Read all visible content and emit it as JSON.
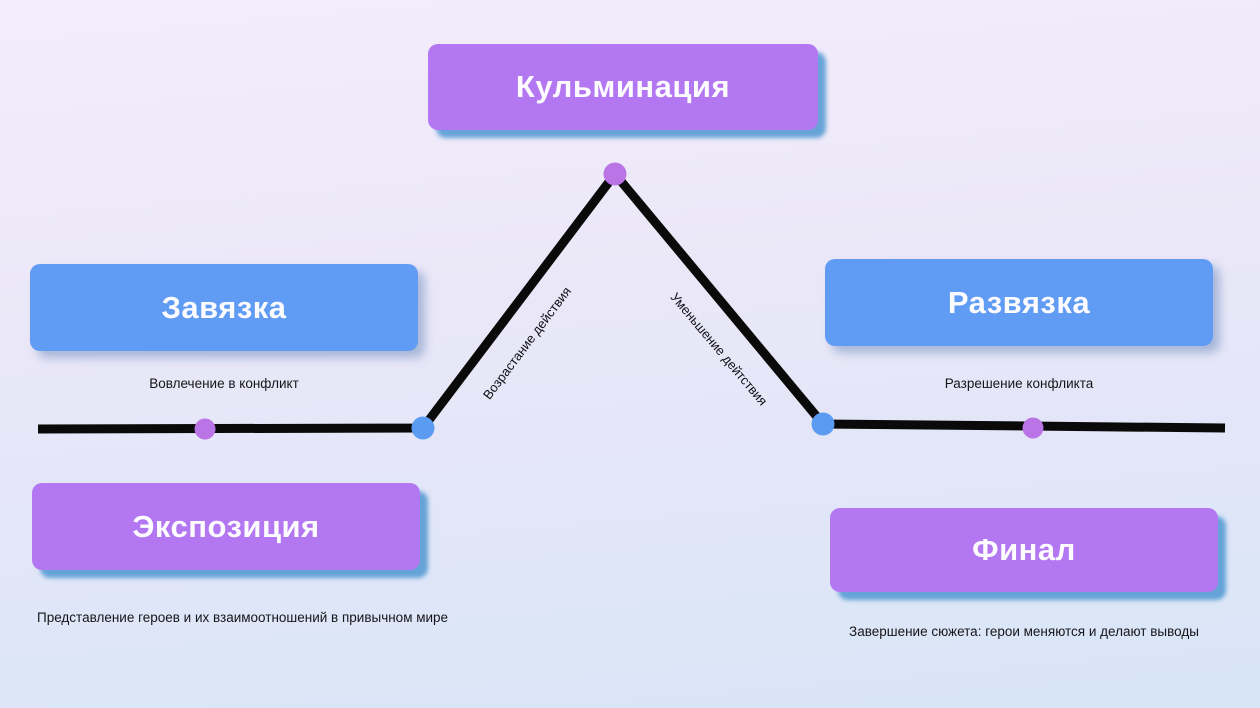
{
  "diagram": {
    "boxes": {
      "climax": {
        "label": "Кульминация",
        "color": "#b477f2"
      },
      "inciting": {
        "label": "Завязка",
        "color": "#619cf4",
        "caption": "Вовлечение в конфликт"
      },
      "resolution": {
        "label": "Развязка",
        "color": "#619cf4",
        "caption": "Разрешение конфликта"
      },
      "exposition": {
        "label": "Экспозиция",
        "color": "#b477f2",
        "caption": "Представление героев и их взаимоотношений в привычном мире"
      },
      "finale": {
        "label": "Финал",
        "color": "#b477f2",
        "caption": "Завершение сюжета: герои меняются и делают выводы"
      }
    },
    "edge_labels": {
      "rising": "Возрастание действия",
      "falling": "Уменьшение дейтствия"
    },
    "colors": {
      "purple_box": "#b477f2",
      "blue_box": "#619cf4",
      "purple_dot": "#bb74e6",
      "blue_dot": "#5c9bf2",
      "line": "#0a0a0a",
      "purple_box_shadow": "#4f97d1",
      "background_top": "#f4edfb",
      "background_bottom": "#d7e5f7"
    }
  }
}
